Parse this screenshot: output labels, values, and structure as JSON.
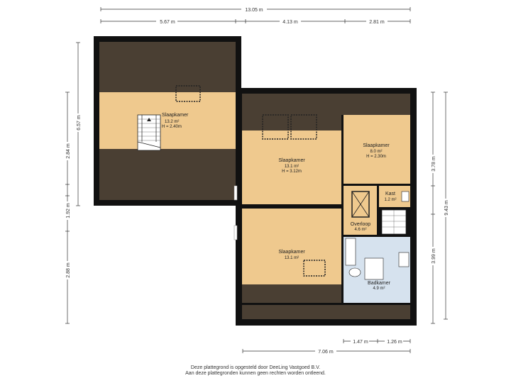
{
  "dimensions": {
    "total_width": "13.05 m",
    "left_width": "5.67 m",
    "mid_width": "4.13 m",
    "right_width": "2.81 m",
    "left_height": "6.57 m",
    "left_h1": "2.84 m",
    "left_h2": "1.92 m",
    "left_h3": "2.88 m",
    "right_total": "9.43 m",
    "right_h1": "3.78 m",
    "right_h2": "3.99 m",
    "bottom_a": "1.47 m",
    "bottom_b": "1.26 m",
    "bottom_total": "7.06 m"
  },
  "rooms": {
    "slaapkamer_left": {
      "name": "Slaapkamer",
      "area": "13.2 m²",
      "height": "H = 2.40m"
    },
    "slaapkamer_mid": {
      "name": "Slaapkamer",
      "area": "13.1 m²",
      "height": "H = 3.12m"
    },
    "slaapkamer_right": {
      "name": "Slaapkamer",
      "area": "8.0 m²",
      "height": "H = 2.30m"
    },
    "kast": {
      "name": "Kast",
      "area": "1.2 m²"
    },
    "overloop": {
      "name": "Overloop",
      "area": "4.6 m²"
    },
    "slaapkamer_bottom": {
      "name": "Slaapkamer",
      "area": "13.1 m²"
    },
    "badkamer": {
      "name": "Badkamer",
      "area": "4.9 m²"
    }
  },
  "footer": {
    "line1": "Deze plattegrond is opgesteld door DeeLing Vastgoed B.V.",
    "line2": "Aan deze plattegronden kunnen geen rechten worden ontleend."
  },
  "colors": {
    "wall": "#111111",
    "roof_dark": "#4a3f33",
    "floor": "#efc98e",
    "bathroom": "#d6e2ee",
    "dim_line": "#333333"
  }
}
